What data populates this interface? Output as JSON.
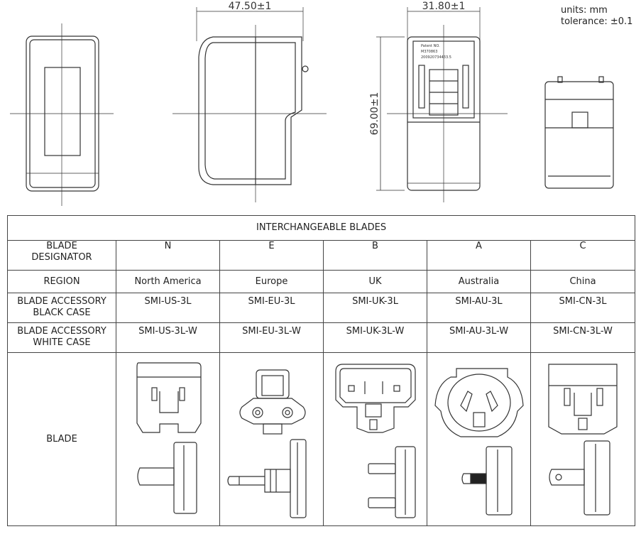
{
  "header": {
    "dimension_width_side": "47.50±1",
    "dimension_width_back": "31.80±1",
    "dimension_height": "69.00±1",
    "units_line": "units: mm",
    "tolerance_line": "tolerance: ±0.1",
    "label_patent": "Patent NO.",
    "label_patent_no1": "M370863",
    "label_patent_no2": "200920734433.5"
  },
  "table": {
    "title": "INTERCHANGEABLE BLADES",
    "rows": {
      "designator": {
        "label": "BLADE\nDESIGNATOR",
        "values": [
          "N",
          "E",
          "B",
          "A",
          "C"
        ]
      },
      "region": {
        "label": "REGION",
        "values": [
          "North America",
          "Europe",
          "UK",
          "Australia",
          "China"
        ]
      },
      "black": {
        "label": "BLADE ACCESSORY\nBLACK CASE",
        "values": [
          "SMI-US-3L",
          "SMI-EU-3L",
          "SMI-UK-3L",
          "SMI-AU-3L",
          "SMI-CN-3L"
        ]
      },
      "white": {
        "label": "BLADE ACCESSORY\nWHITE CASE",
        "values": [
          "SMI-US-3L-W",
          "SMI-EU-3L-W",
          "SMI-UK-3L-W",
          "SMI-AU-3L-W",
          "SMI-CN-3L-W"
        ]
      },
      "blade": {
        "label": "BLADE"
      }
    }
  }
}
